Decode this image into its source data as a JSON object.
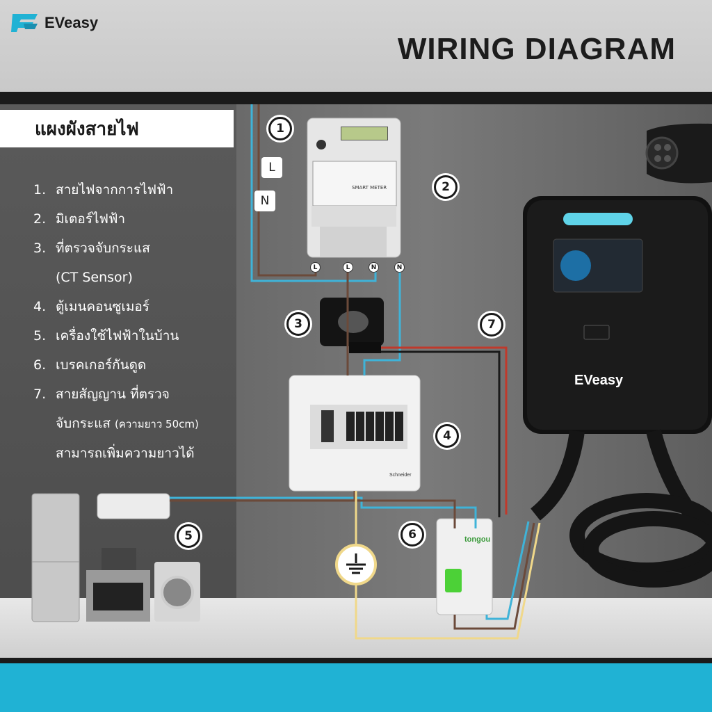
{
  "brand": {
    "name": "EVeasy",
    "title": "WIRING DIAGRAM"
  },
  "legend": {
    "heading": "แผงผังสายไฟ",
    "items": [
      {
        "num": "1.",
        "text": "สายไฟจากการไฟฟ้า"
      },
      {
        "num": "2.",
        "text": "มิเตอร์ไฟฟ้า"
      },
      {
        "num": "3.",
        "text": "ที่ตรวจจับกระแส"
      },
      {
        "num": "",
        "text": "(CT Sensor)"
      },
      {
        "num": "4.",
        "text": "ตู้เมนคอนซูเมอร์"
      },
      {
        "num": "5.",
        "text": "เครื่องใช้ไฟฟ้าในบ้าน"
      },
      {
        "num": "6.",
        "text": "เบรคเกอร์กันดูด"
      },
      {
        "num": "7.",
        "text": "สายสัญญาน ที่ตรวจ"
      }
    ],
    "item7_line2_main": "จับกระแส",
    "item7_line2_small": "(ความยาว 50cm)",
    "item7_line3": "สามารถเพิ่มความยาวได้"
  },
  "badges": [
    "1",
    "2",
    "3",
    "4",
    "5",
    "6",
    "7"
  ],
  "wire_tags": {
    "l": "L",
    "n": "N"
  },
  "meter_terminals": [
    "L",
    "L",
    "N",
    "N"
  ],
  "device_text": {
    "meter_label": "SMART METER",
    "panel_brand": "Schneider",
    "rcd_brand": "tongou",
    "charger_brand": "EVeasy"
  },
  "colors": {
    "live": "#6b4a3a",
    "neutral": "#3fb3d8",
    "earth": "#f0d88a",
    "signal_red": "#c0392b",
    "signal_black": "#1a1a1a",
    "accent": "#20b2d4",
    "charger_light": "#5fd3e8"
  },
  "icons": [
    "ground-icon",
    "ev-plug-icon",
    "logo-icon"
  ]
}
